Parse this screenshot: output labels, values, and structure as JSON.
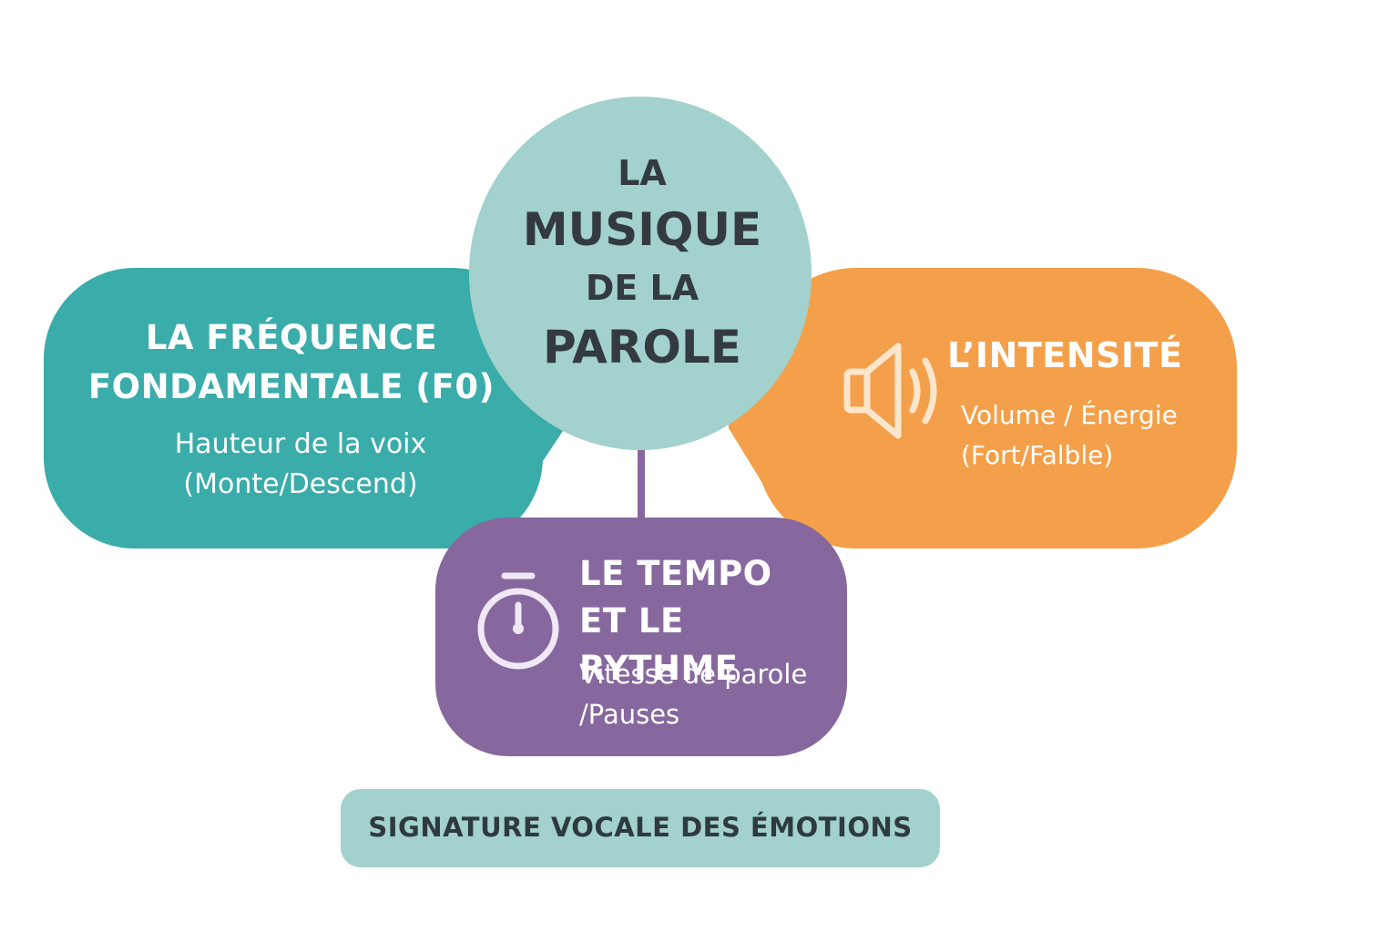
{
  "center": {
    "line1": "LA",
    "line2": "MUSIQUE",
    "line3": "DE LA",
    "line4": "PAROLE"
  },
  "frequence": {
    "title_line1": "LA FRÉQUENCE",
    "title_line2": "FONDAMENTALE (F0)",
    "sub_line1": "Hauteur de la voix",
    "sub_line2": "(Monte/Descend)"
  },
  "intensite": {
    "title": "L’INTENSITÉ",
    "sub_line1": "Volume / Énergie",
    "sub_line2": "(Fort/Falble)",
    "icon": "speaker-icon"
  },
  "tempo": {
    "title_line1": "LE TEMPO",
    "title_line2": "ET LE RYTHME",
    "sub_line1": "Vitesse de parole",
    "sub_line2": "/Pauses",
    "icon": "stopwatch-icon"
  },
  "footer": {
    "label": "SIGNATURE VOCALE DES ÉMOTIONS"
  },
  "colors": {
    "frequence": "#3aacaa",
    "intensite": "#f4a04a",
    "tempo": "#86689e",
    "center": "#a3d1cd",
    "footer": "#a3d1cd",
    "connector": "#86689e"
  }
}
